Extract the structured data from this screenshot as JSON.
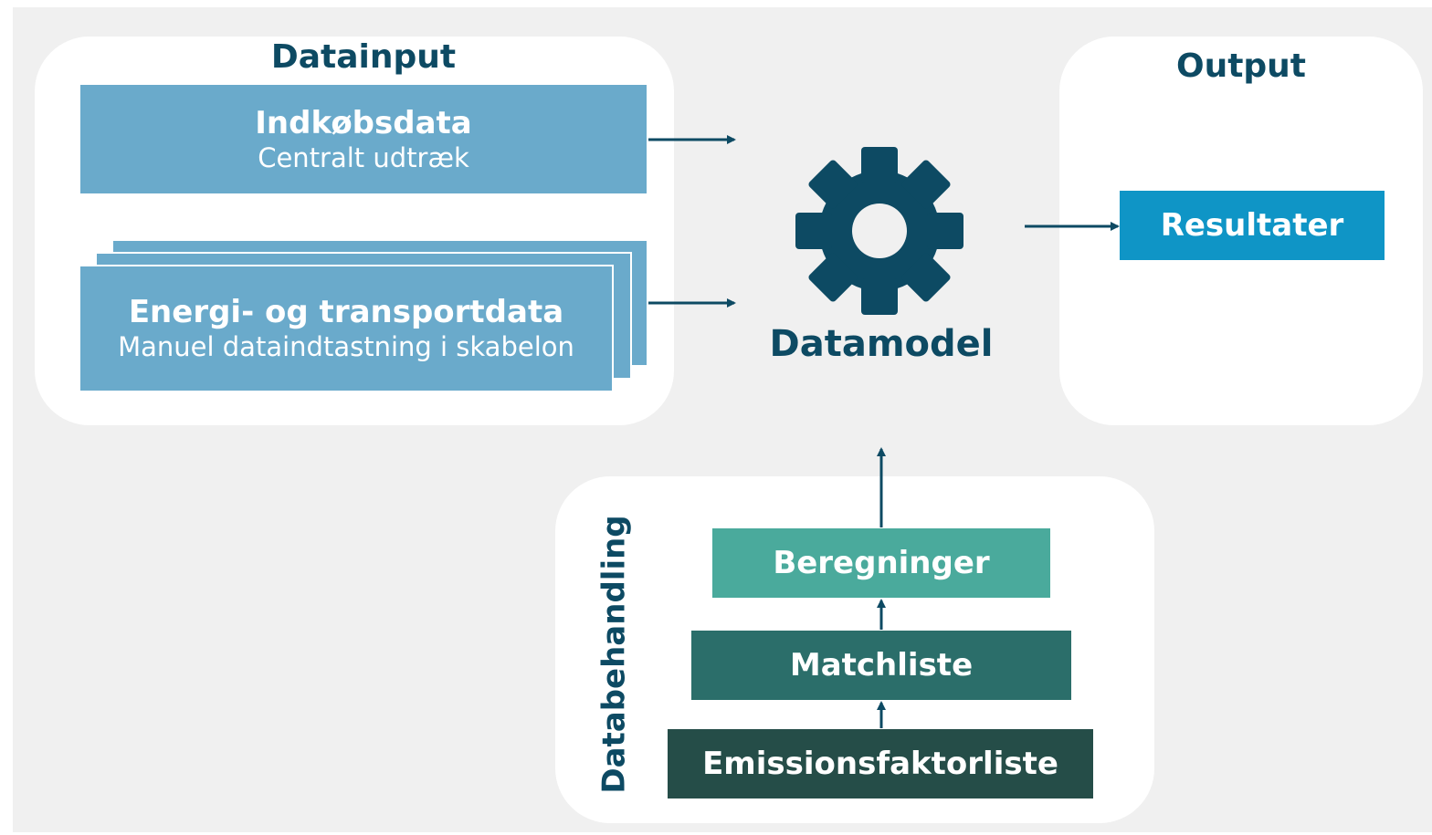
{
  "datainput": {
    "title": "Datainput",
    "indkob": {
      "title": "Indkøbsdata",
      "subtitle": "Centralt udtræk"
    },
    "energi": {
      "title": "Energi- og transportdata",
      "subtitle": "Manuel dataindtastning i skabelon"
    }
  },
  "model": {
    "label": "Datamodel",
    "icon": "gear-icon"
  },
  "output": {
    "title": "Output",
    "result_label": "Resultater"
  },
  "databehandling": {
    "title": "Databehandling",
    "steps": [
      "Beregninger",
      "Matchliste",
      "Emissionsfaktorliste"
    ]
  },
  "colors": {
    "dark_navy": "#0d4a63",
    "light_blue": "#6aaacb",
    "bright_blue": "#0f95c6",
    "teal_light": "#4aaa9c",
    "teal_mid": "#2b6e6a",
    "teal_dark": "#254d48",
    "panel_bg": "#ffffff",
    "canvas_bg": "#f0f0f0"
  }
}
